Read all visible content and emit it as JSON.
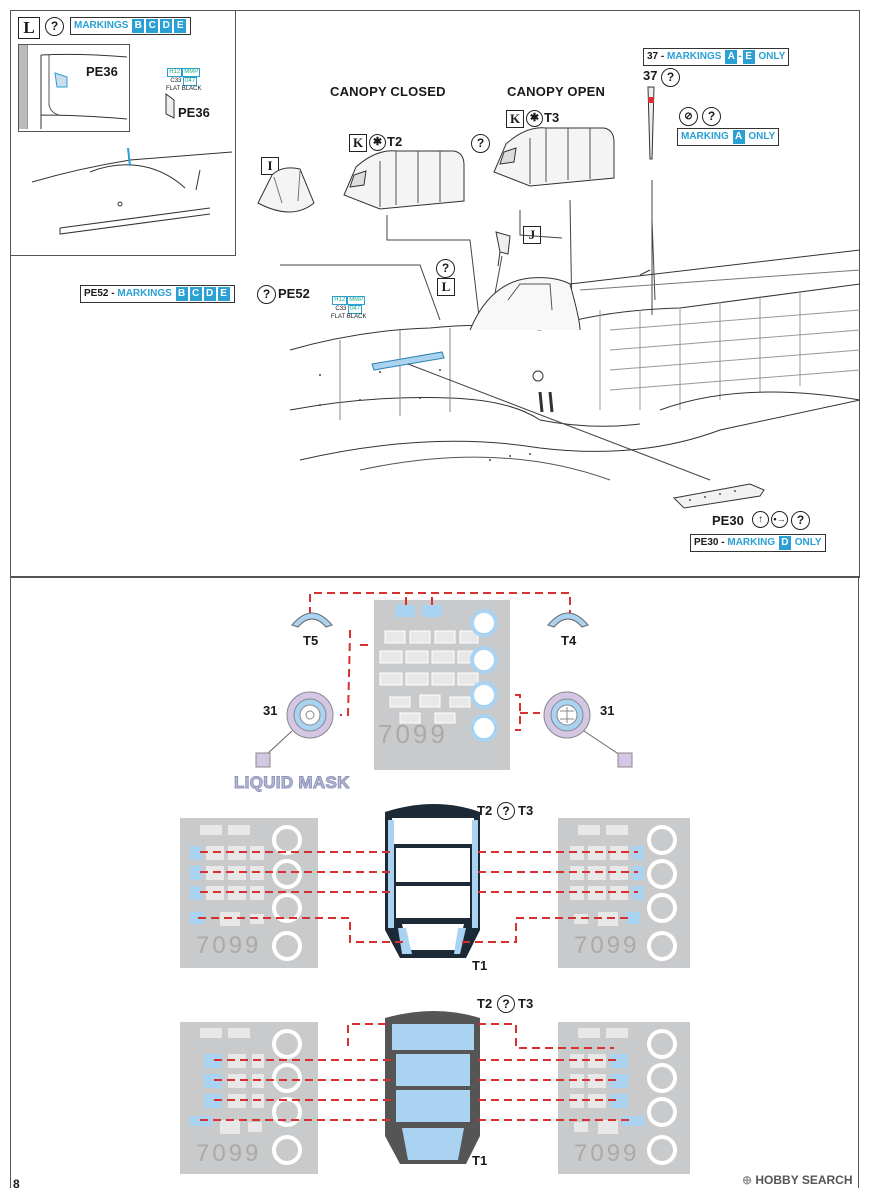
{
  "page_number": "8",
  "step_L": {
    "letter": "L",
    "q": "?",
    "markings_prefix": "MARKINGS",
    "markings_letters": [
      "B",
      "C",
      "D",
      "E"
    ],
    "part1": "PE36",
    "part2": "PE36",
    "paint": {
      "c1": "H12",
      "c2": "MMP",
      "c3": "C33",
      "c4": "047",
      "name": "FLAT BLACK"
    }
  },
  "titles": {
    "closed": "CANOPY CLOSED",
    "open": "CANOPY OPEN"
  },
  "canopy_closed": {
    "letter": "K",
    "part": "T2"
  },
  "canopy_open": {
    "letter": "K",
    "part": "T3",
    "q": "?"
  },
  "step_I": "I",
  "step_J": "J",
  "step_L2": {
    "letter": "L",
    "q": "?"
  },
  "pe52": {
    "prefix": "PE52 -",
    "markings": "MARKINGS",
    "letters": [
      "B",
      "C",
      "D",
      "E"
    ],
    "q": "?",
    "part": "PE52",
    "paint": {
      "c1": "H12",
      "c2": "MMP",
      "c3": "C33",
      "c4": "047",
      "name": "FLAT BLACK"
    }
  },
  "antenna": {
    "box_prefix": "37 -",
    "box_markings": "MARKINGS",
    "box_from": "A",
    "box_to": "E",
    "box_suffix": "ONLY",
    "part": "37",
    "q": "?",
    "q2": "?",
    "marking_box_text": "MARKING",
    "marking_letter": "A",
    "marking_suffix": "ONLY"
  },
  "pe30": {
    "part": "PE30",
    "q": "?",
    "box_prefix": "PE30 -",
    "box_marking": "MARKING",
    "box_letter": "D",
    "box_suffix": "ONLY"
  },
  "mask": {
    "t5": "T5",
    "t4": "T4",
    "left31": "31",
    "right31": "31",
    "sheet_code": "7099",
    "liquid": "LIQUID MASK"
  },
  "canopy1": {
    "top": "T2",
    "q": "?",
    "top2": "T3",
    "bottom": "T1",
    "code": "7099"
  },
  "canopy2": {
    "top": "T2",
    "q": "?",
    "top2": "T3",
    "bottom": "T1",
    "code": "7099"
  },
  "footer": {
    "logo": "HOBBY SEARCH"
  },
  "colors": {
    "mask_blue": "#a9d3f0",
    "sheet_grey": "#c9cacb",
    "dash_red": "#d63030",
    "marking_blue": "#2aa0d4"
  }
}
